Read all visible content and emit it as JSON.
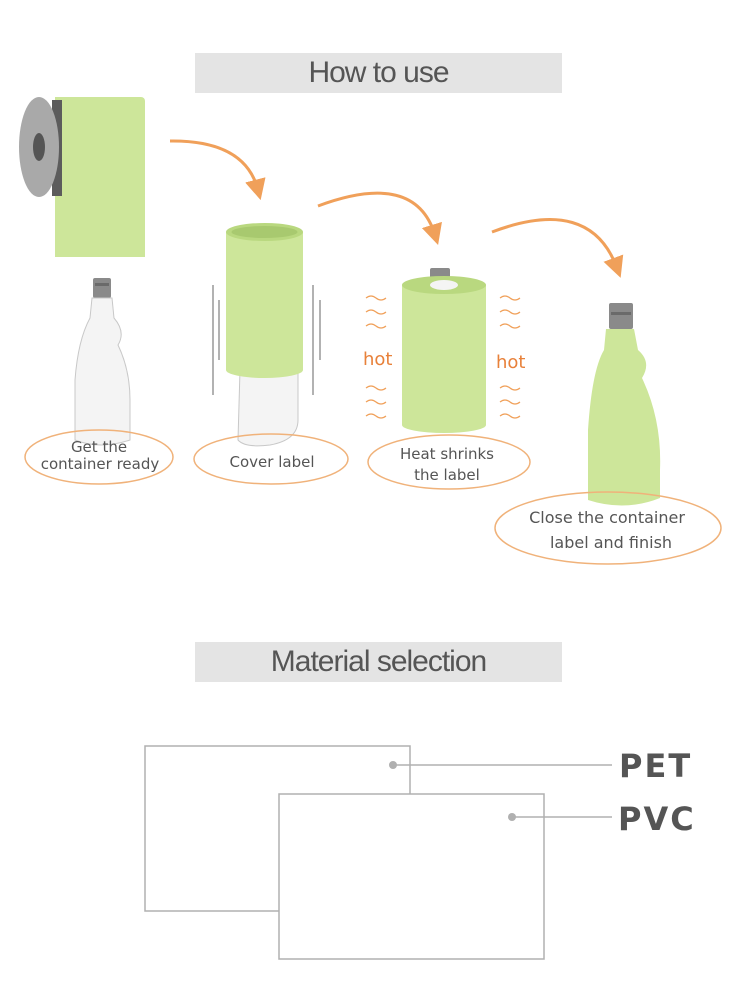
{
  "sections": {
    "how_to_use": "How to use",
    "material_selection": "Material selection"
  },
  "steps": [
    {
      "line1": "Get the",
      "line2": "container ready"
    },
    {
      "line1": "Cover label"
    },
    {
      "line1": "Heat shrinks",
      "line2": "the label"
    },
    {
      "line1": "Close the container",
      "line2": "label and finish"
    }
  ],
  "heat_text": "hot",
  "materials": [
    "PET",
    "PVC"
  ],
  "colors": {
    "label_green": "#cde69a",
    "label_green_dark": "#b9d87f",
    "arrow_orange": "#f0a05a",
    "oval_orange": "#f0b27a",
    "hot_orange": "#e8813a",
    "banner_gray": "#e4e4e4",
    "text_gray": "#555555",
    "line_gray": "#b0b0b0"
  }
}
